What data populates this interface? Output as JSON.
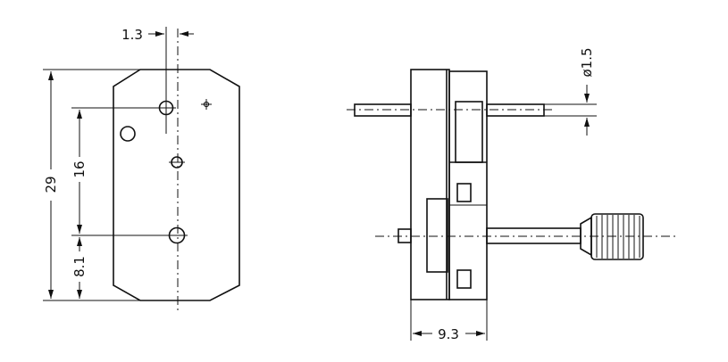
{
  "dimensions": {
    "offset": "1.3",
    "height_total": "29",
    "hole_spacing": "16",
    "hole_bottom": "8.1",
    "shaft_diameter": "ø1.5",
    "body_thickness": "9.3"
  }
}
